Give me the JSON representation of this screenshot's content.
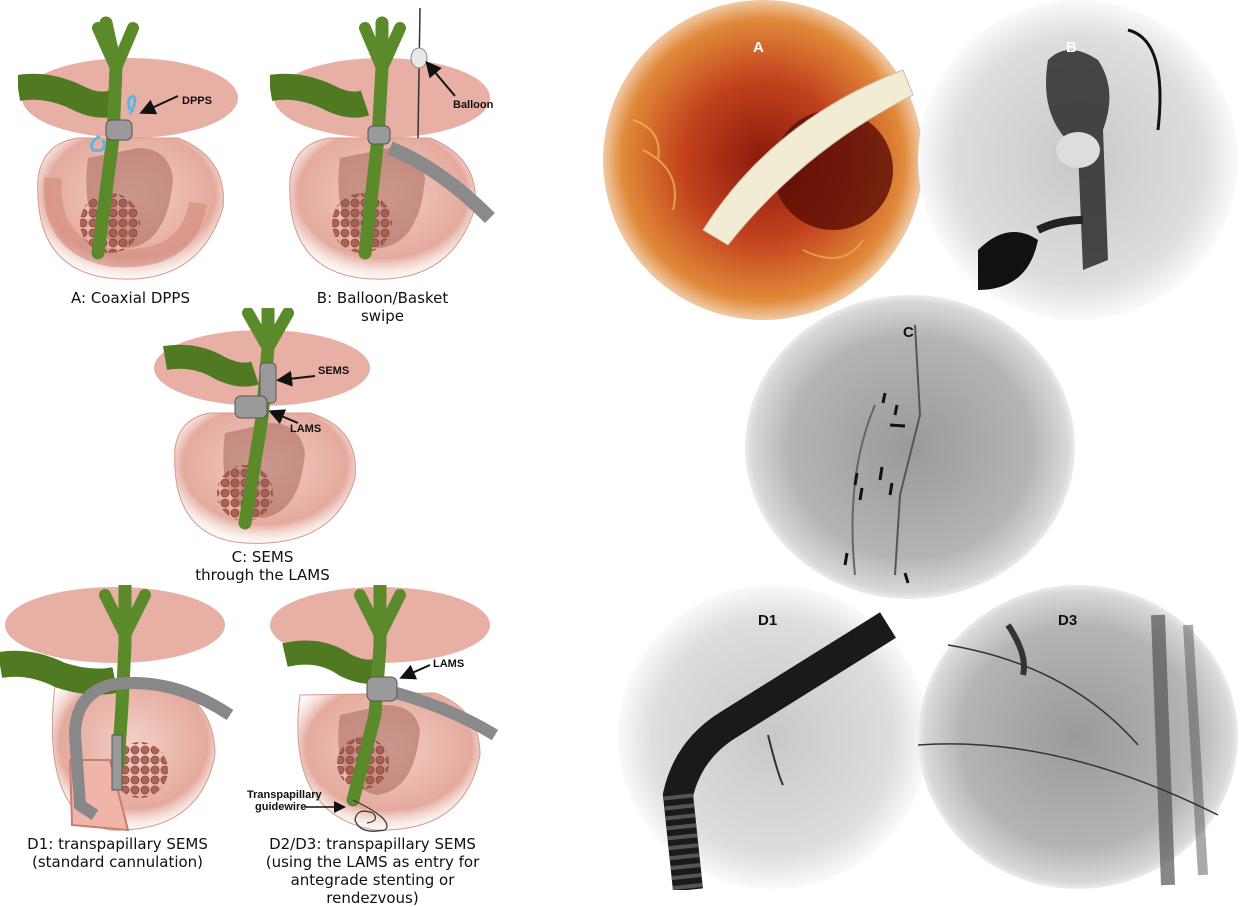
{
  "illustrations": {
    "a": {
      "caption": "A: Coaxial DPPS",
      "callouts": [
        "DPPS"
      ]
    },
    "b": {
      "caption": "B: Balloon/Basket\nswipe",
      "callouts": [
        "Balloon"
      ]
    },
    "c": {
      "caption": "C: SEMS\nthrough the LAMS",
      "callouts": [
        "SEMS",
        "LAMS"
      ]
    },
    "d1": {
      "caption": "D1: transpapillary SEMS\n(standard cannulation)"
    },
    "d23": {
      "caption": "D2/D3: transpapillary SEMS\n(using the LAMS as entry for\nantegrade stenting or rendezvous)",
      "callouts": [
        "LAMS",
        "Transpapillary",
        "guidewire"
      ]
    }
  },
  "images": {
    "a": {
      "label": "A"
    },
    "b": {
      "label": "B"
    },
    "c": {
      "label": "C"
    },
    "d1": {
      "label": "D1"
    },
    "d3": {
      "label": "D3"
    }
  },
  "colors": {
    "bile_duct": "#5a8a2a",
    "bile_duct_dark": "#3d6618",
    "gallbladder": "#4f7a22",
    "tissue": "#e8b4a8",
    "tissue_dark": "#c98b80",
    "pancreas": "#a0564a",
    "stent_metal": "#8f8f8f",
    "dpps_blue": "#5bb6e6",
    "endoscopy_red": "#b8321a"
  }
}
